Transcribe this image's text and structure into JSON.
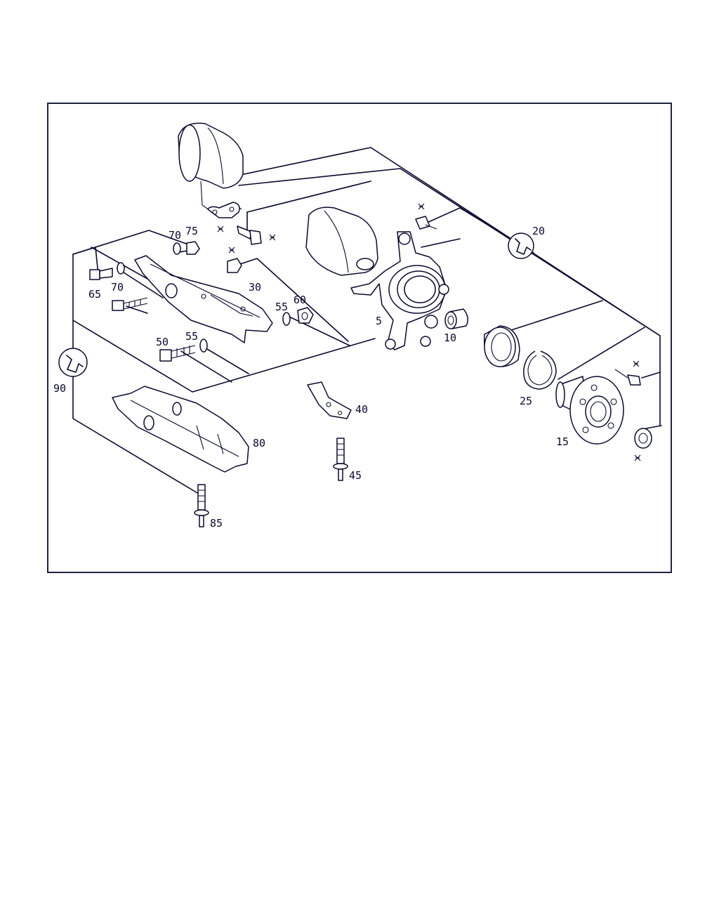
{
  "labels": {
    "p5": "5",
    "p10": "10",
    "p15": "15",
    "p20": "20",
    "p25": "25",
    "p30": "30",
    "p40": "40",
    "p45": "45",
    "p50": "50",
    "p55a": "55",
    "p55b": "55",
    "p60": "60",
    "p65": "65",
    "p70a": "70",
    "p70b": "70",
    "p75": "75",
    "p80": "80",
    "p85": "85",
    "p90": "90"
  },
  "icons": [
    "wrench-icon",
    "replace-part-icon"
  ]
}
